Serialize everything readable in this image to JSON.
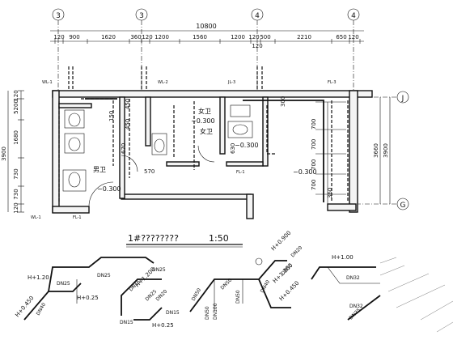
{
  "axes": {
    "top": [
      "3",
      "3",
      "4",
      "4"
    ],
    "right": [
      "J",
      "G"
    ]
  },
  "dims": {
    "overall": "10800",
    "top_row": [
      "120",
      "900",
      "1620",
      "360",
      "120",
      "1200",
      "1560",
      "1200",
      "120",
      "500",
      "2210",
      "650",
      "120"
    ],
    "top_sub": "120",
    "left_total": "3900",
    "left": [
      "120",
      "5200",
      "1680",
      "730",
      "730",
      "120"
    ],
    "right_total": "3900",
    "right_inner": "3660",
    "plan": [
      "450",
      "450",
      "150",
      "670",
      "570",
      "630",
      "300",
      "360"
    ],
    "toilet_col": [
      "700",
      "700",
      "700",
      "700"
    ]
  },
  "rooms": {
    "mens": "男卫",
    "womens": "女卫",
    "third": "女卫"
  },
  "levels": [
    "−0.300",
    "−0.300",
    "−0.300",
    "−0.300"
  ],
  "tags": [
    "WL-1",
    "WL-2",
    "JL-3",
    "FL-3",
    "FL-1",
    "WL-1",
    "FL-1"
  ],
  "title": {
    "name": "1#????????",
    "scale": "1:50"
  },
  "iso": {
    "a": {
      "h1": "H+1.20",
      "h2": "H+0.25",
      "h3": "H+0.450",
      "dn": [
        "DN25",
        "DN25",
        "DN40",
        "DN15",
        "DN25",
        "DN15"
      ]
    },
    "b": {
      "h1": "H+0.25",
      "h2": "H+1.200",
      "dn": [
        "DN25",
        "DN20",
        "DN15"
      ]
    },
    "c": {
      "h1": "H+0.900",
      "h2": "H+1.200",
      "h3": "H+0.450",
      "dn": [
        "DN50",
        "DN50",
        "DN100",
        "DN50",
        "DN50",
        "DN20",
        "DN50",
        "DN40"
      ]
    },
    "d": {
      "h1": "H+1.00",
      "dn": [
        "DN32",
        "DN32",
        "DN25"
      ]
    }
  }
}
